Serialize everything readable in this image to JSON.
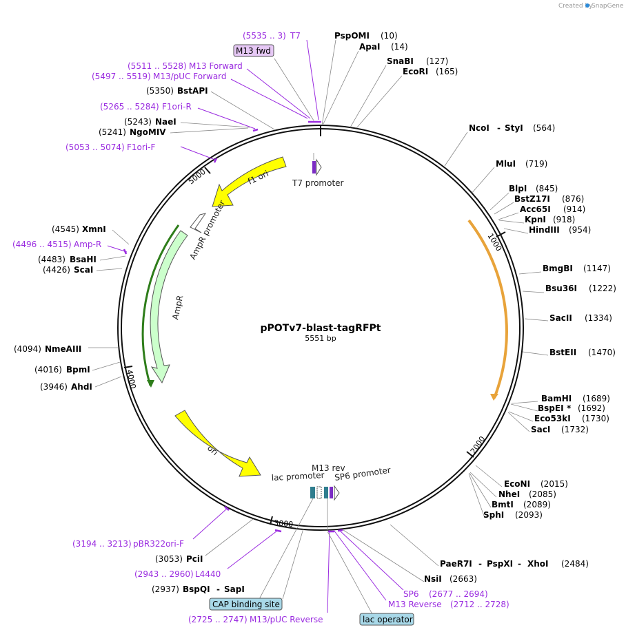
{
  "credit": {
    "prefix": "Created by",
    "brand": "SnapGene"
  },
  "plasmid": {
    "name": "pPOTv7-blast-tagRFPt",
    "size_label": "5551 bp"
  },
  "ticks": [
    "1000",
    "2000",
    "3000",
    "4000",
    "5000"
  ],
  "enzymes_right": [
    {
      "name": "PspOMI",
      "pos": "(10)"
    },
    {
      "name": "ApaI",
      "pos": "(14)"
    },
    {
      "name": "SnaBI",
      "pos": "(127)"
    },
    {
      "name": "EcoRI",
      "pos": "(165)"
    },
    {
      "name": "NcoI",
      "sep": "-",
      "name2": "StyI",
      "pos": "(564)"
    },
    {
      "name": "MluI",
      "pos": "(719)"
    },
    {
      "name": "BlpI",
      "pos": "(845)"
    },
    {
      "name": "BstZ17I",
      "pos": "(876)"
    },
    {
      "name": "Acc65I",
      "pos": "(914)"
    },
    {
      "name": "KpnI",
      "pos": "(918)"
    },
    {
      "name": "HindIII",
      "pos": "(954)"
    },
    {
      "name": "BmgBI",
      "pos": "(1147)"
    },
    {
      "name": "Bsu36I",
      "pos": "(1222)"
    },
    {
      "name": "SacII",
      "pos": "(1334)"
    },
    {
      "name": "BstEII",
      "pos": "(1470)"
    },
    {
      "name": "BamHI",
      "pos": "(1689)"
    },
    {
      "name": "BspEI",
      "star": "*",
      "pos": "(1692)"
    },
    {
      "name": "Eco53kI",
      "pos": "(1730)"
    },
    {
      "name": "SacI",
      "pos": "(1732)"
    },
    {
      "name": "EcoNI",
      "pos": "(2015)"
    },
    {
      "name": "NheI",
      "pos": "(2085)"
    },
    {
      "name": "BmtI",
      "pos": "(2089)"
    },
    {
      "name": "SphI",
      "pos": "(2093)"
    },
    {
      "name": "PaeR7I",
      "sep": "-",
      "name2": "PspXI",
      "sep2": "-",
      "name3": "XhoI",
      "pos": "(2484)"
    },
    {
      "name": "NsiI",
      "pos": "(2663)"
    }
  ],
  "enzymes_left": [
    {
      "name": "BstAPI",
      "pos": "(5350)"
    },
    {
      "name": "NaeI",
      "pos": "(5243)"
    },
    {
      "name": "NgoMIV",
      "pos": "(5241)"
    },
    {
      "name": "XmnI",
      "pos": "(4545)"
    },
    {
      "name": "BsaHI",
      "pos": "(4483)"
    },
    {
      "name": "ScaI",
      "pos": "(4426)"
    },
    {
      "name": "NmeAIII",
      "pos": "(4094)"
    },
    {
      "name": "BpmI",
      "pos": "(4016)"
    },
    {
      "name": "AhdI",
      "pos": "(3946)"
    },
    {
      "name": "PciI",
      "pos": "(3053)"
    },
    {
      "name": "BspQI",
      "sep": "-",
      "name2": "SapI",
      "pos": "(2937)"
    }
  ],
  "primers": [
    {
      "range": "(5535 .. 3)",
      "name": "T7"
    },
    {
      "range": "(5511 .. 5528)",
      "name": "M13 Forward"
    },
    {
      "range": "(5497 .. 5519)",
      "name": "M13/pUC Forward"
    },
    {
      "range": "(5265 .. 5284)",
      "name": "F1ori-R"
    },
    {
      "range": "(5053 .. 5074)",
      "name": "F1ori-F"
    },
    {
      "range": "(4496 .. 4515)",
      "name": "Amp-R"
    },
    {
      "range": "(3194 .. 3213)",
      "name": "pBR322ori-F"
    },
    {
      "range": "(2943 .. 2960)",
      "name": "L4440"
    },
    {
      "name": "SP6",
      "range": "(2677 .. 2694)"
    },
    {
      "name": "M13 Reverse",
      "range": "(2712 .. 2728)"
    },
    {
      "range": "(2725 .. 2747)",
      "name": "M13/pUC Reverse"
    }
  ],
  "boxed_labels": [
    {
      "text": "M13 fwd",
      "color": "#e6c8f5"
    },
    {
      "text": "CAP binding site",
      "color": "#a8d8e8"
    },
    {
      "text": "lac operator",
      "color": "#a8d8e8"
    }
  ],
  "features": [
    {
      "label": "T7 promoter"
    },
    {
      "label": "f1 ori",
      "color": "#ffff00"
    },
    {
      "label": "AmpR promoter"
    },
    {
      "label": "AmpR",
      "color": "#ccffcc"
    },
    {
      "label": "ori",
      "color": "#ffff00"
    },
    {
      "label": "lac promoter"
    },
    {
      "label": "M13 rev"
    },
    {
      "label": "SP6 promoter"
    }
  ],
  "colors": {
    "primer": "#9a2be0",
    "backbone": "#111111",
    "orange_arc": "#e8a33a",
    "green_arc": "#2e7d1a"
  }
}
